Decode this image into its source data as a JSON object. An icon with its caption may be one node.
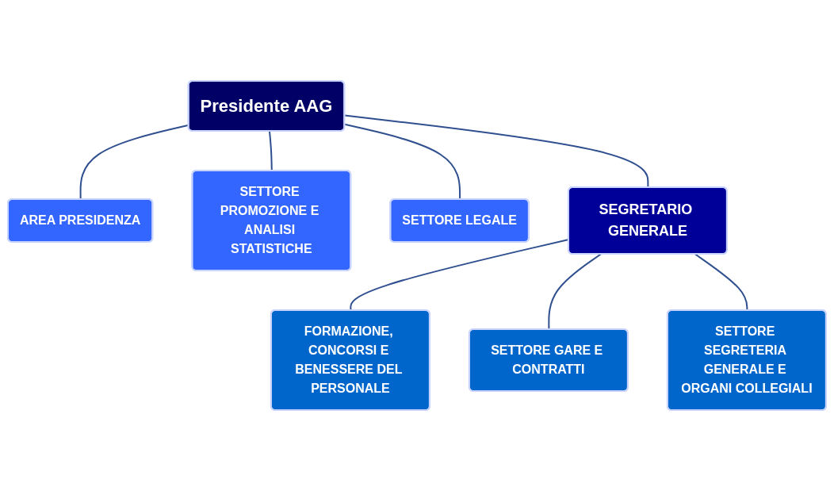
{
  "diagram": {
    "nodes": [
      {
        "text": [
          "AREA PRESIDENZA"
        ]
      },
      {
        "text": [
          "SETTORE PROMOZIONE E ANALISI STATISTICHE"
        ]
      },
      {
        "text": [
          "Presidente AAG"
        ]
      },
      {
        "text": [
          "SETTORE LEGALE"
        ]
      },
      {
        "text": [
          "FORMAZIONE, CONCORSI E BENESSERE DEL PERSONALE"
        ]
      },
      {
        "text": [
          "SEGRETARIO GENERALE"
        ]
      },
      {
        "text": [
          "SETTORE GARE E CONTRATTI"
        ]
      },
      {
        "text": [
          "SETTORE SEGRETERIA GENERALE E ORGANI COLLEGIALI"
        ]
      }
    ],
    "edges": [
      {
        "from": 2,
        "to": 0,
        "arrow": "none"
      },
      {
        "from": 2,
        "to": 1,
        "arrow": "none"
      },
      {
        "from": 2,
        "to": 3,
        "arrow": "none"
      },
      {
        "from": 2,
        "to": 5,
        "arrow": "none"
      },
      {
        "from": 5,
        "to": 4,
        "arrow": "none"
      },
      {
        "from": 5,
        "to": 6,
        "arrow": "none"
      },
      {
        "from": 5,
        "to": 7,
        "arrow": "none"
      }
    ]
  }
}
